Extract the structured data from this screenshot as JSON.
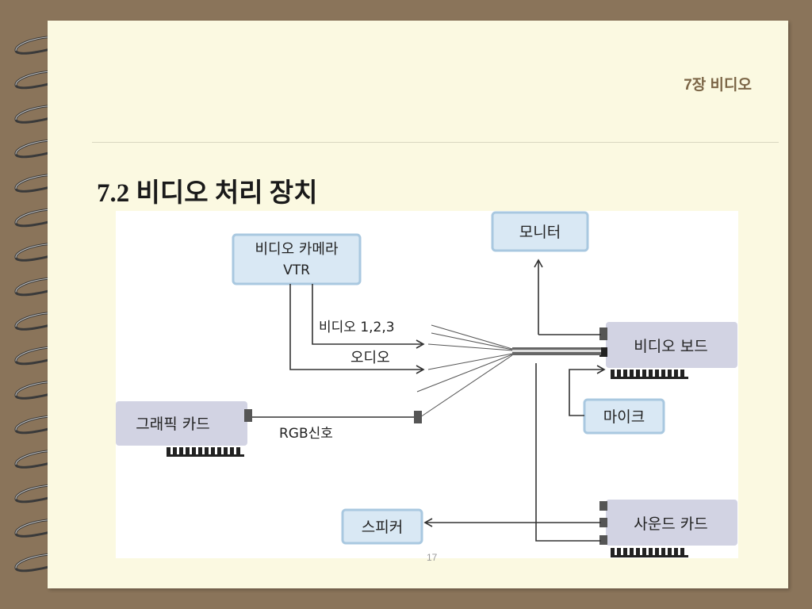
{
  "header": {
    "chapter_title": "7장 비디오"
  },
  "slide": {
    "title": "7.2 비디오 처리 장치",
    "page_number": "17"
  },
  "diagram": {
    "nodes": {
      "camera": {
        "line1": "비디오 카메라",
        "line2": "VTR"
      },
      "monitor": "모니터",
      "video_board": "비디오 보드",
      "mic": "마이크",
      "graphic_card": "그래픽 카드",
      "speaker": "스피커",
      "sound_card": "사운드 카드"
    },
    "labels": {
      "video_signal": "비디오 1,2,3",
      "audio_signal": "오디오",
      "rgb_signal": "RGB신호"
    }
  },
  "colors": {
    "background": "#8a745a",
    "paper": "#fbf9e1",
    "blue_box_fill": "#d9e8f4",
    "blue_box_stroke": "#a9c8e0",
    "gray_box_fill": "#d2d3e3",
    "title_color": "#7b6546"
  }
}
